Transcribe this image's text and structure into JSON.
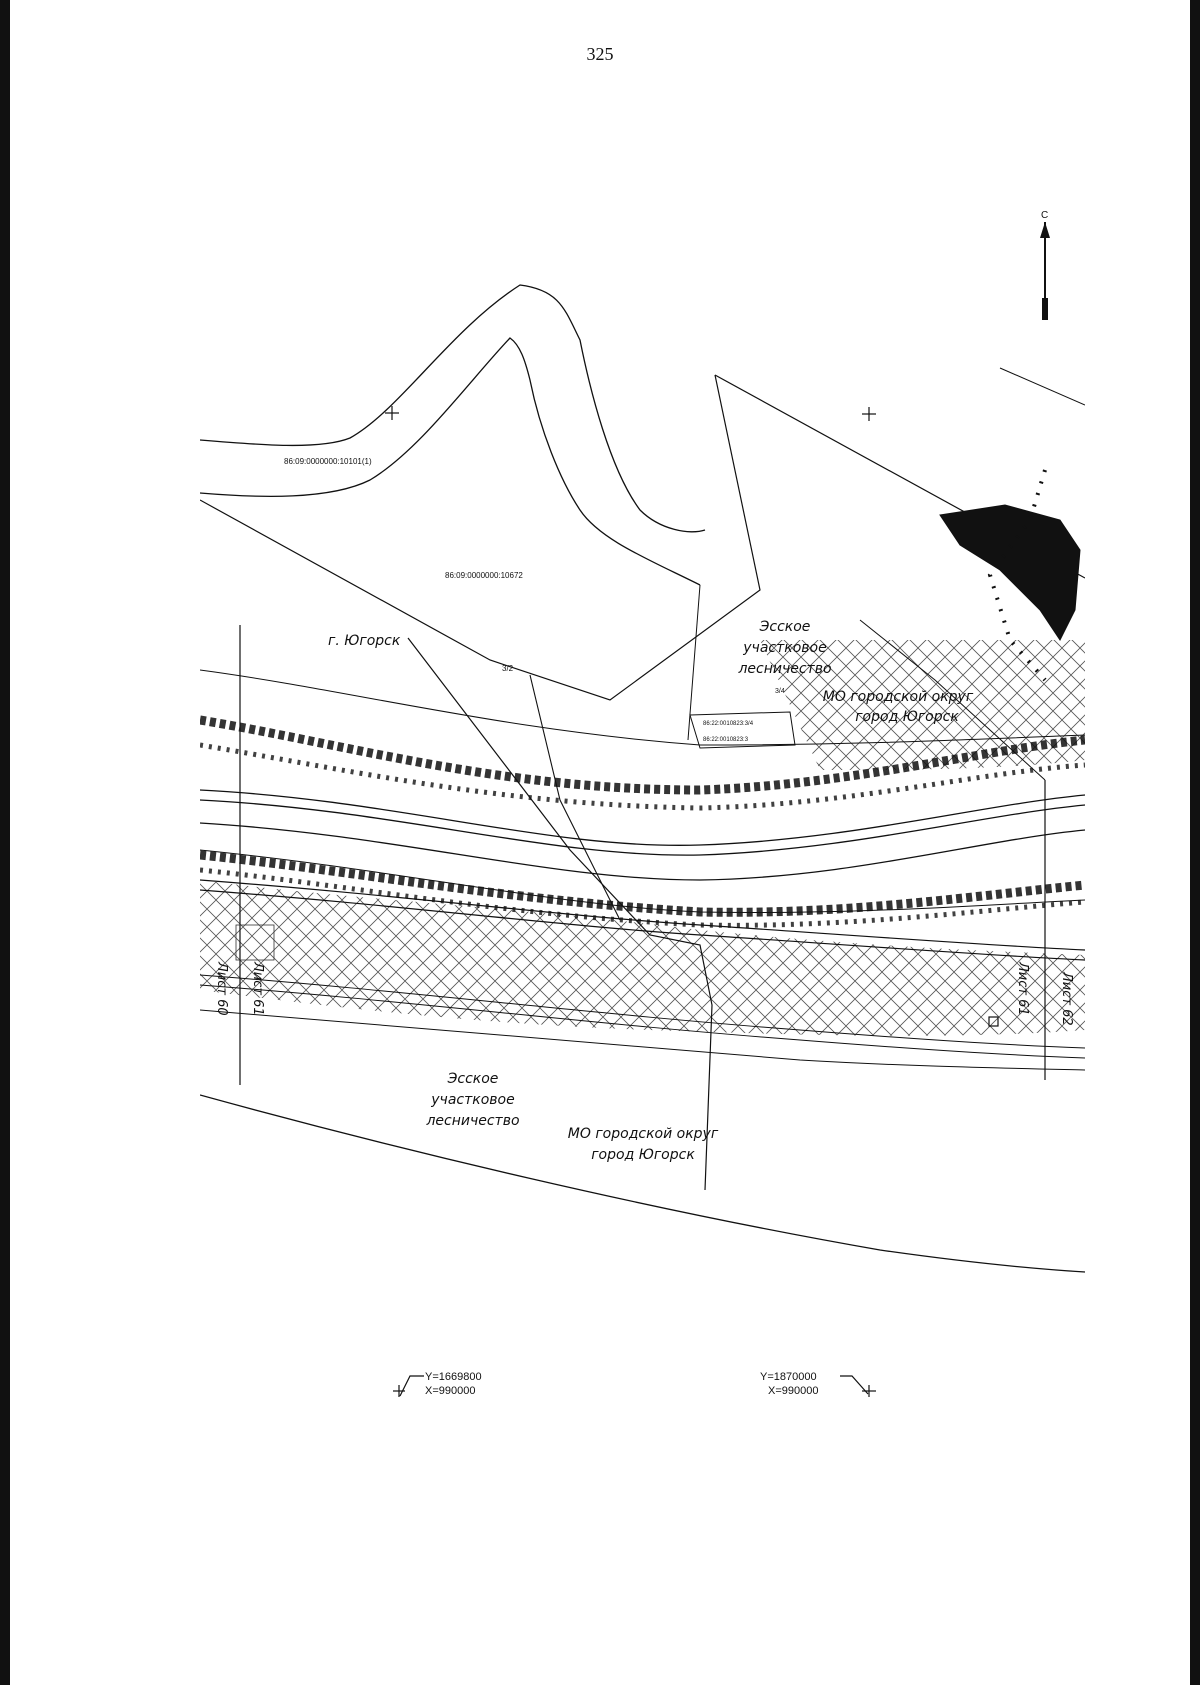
{
  "page": {
    "number": "325"
  },
  "map": {
    "parcels": [
      {
        "id": "86:09:0000000:10101(1)"
      },
      {
        "id": "86:09:0000000:10672"
      },
      {
        "id": "86:22:0010823:3/4"
      },
      {
        "id": "86:22:0010823:3"
      }
    ],
    "short_labels": {
      "parcel_small": "3/2",
      "parcel_tiny": "3/4"
    },
    "place_labels": {
      "town": "г. Югорск",
      "forestry_top": [
        "Эсское",
        "участковое",
        "лесничество"
      ],
      "municipality_top": [
        "МО городской округ",
        "город Югорск"
      ],
      "forestry_bottom": [
        "Эсское",
        "участковое",
        "лесничество"
      ],
      "municipality_bottom": [
        "МО городской округ",
        "город Югорск"
      ]
    },
    "sheet_labels": {
      "sheet_60": "Лист 60",
      "sheet_61_left": "Лист 61",
      "sheet_61_right": "Лист 61",
      "sheet_62": "Лист 62"
    },
    "north_arrow": {
      "label": "С"
    },
    "coordinates": [
      {
        "y": "Y=1669800",
        "x": "X=990000"
      },
      {
        "y": "Y=1870000",
        "x": "X=990000"
      }
    ],
    "colors": {
      "ink": "#111111",
      "hatch": "#555555",
      "paper": "#ffffff"
    }
  }
}
